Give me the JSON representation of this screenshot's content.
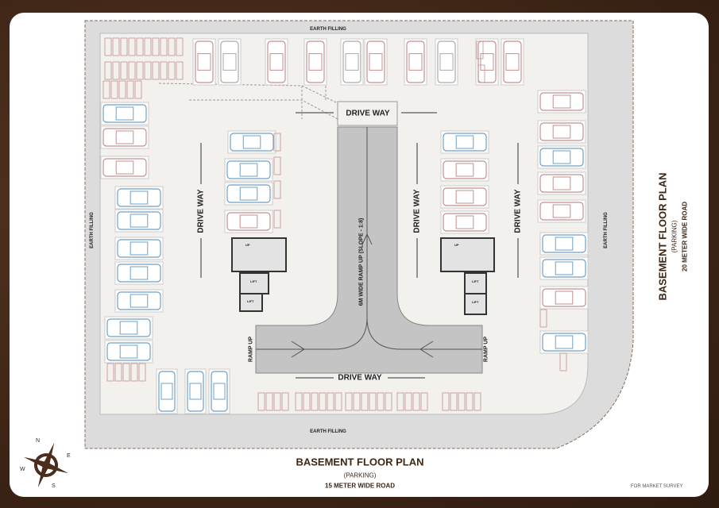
{
  "plan": {
    "earth_filling": "EARTH FILLING",
    "drive_way": "DRIVE WAY",
    "ramp_label": "6M WIDE RAMP UP (SLOPE - 1:8)",
    "ramp_up": "RAMP UP",
    "stair_up": "UP",
    "lift": "LIFT",
    "colors": {
      "gray_zone": "#dcdcdc",
      "floor": "#f3f1ee",
      "ramp": "#c4c4c4",
      "car_pink": "#c48f8f",
      "car_blue": "#6f9fc6",
      "border": "#8a6a55"
    }
  },
  "bottom_title": {
    "title": "BASEMENT FLOOR PLAN",
    "subtitle": "(PARKING)",
    "road": "15 METER WIDE ROAD"
  },
  "side_title": {
    "title": "BASEMENT FLOOR PLAN",
    "subtitle": "(PARKING)",
    "road": "20 METER WIDE ROAD"
  },
  "compass": {
    "n": "N",
    "e": "E",
    "s": "S",
    "w": "W"
  },
  "footer_note": "FOR MARKET SURVEY"
}
